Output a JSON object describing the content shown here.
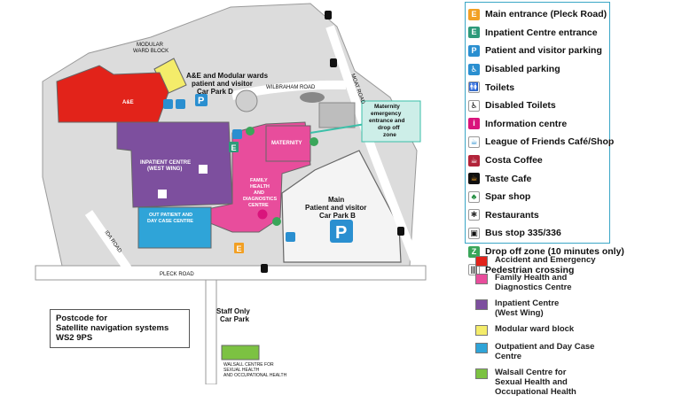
{
  "legend_items": [
    {
      "label": "Main entrance (Pleck Road)",
      "icon": "main-entrance-icon",
      "glyph": "E",
      "bg": "#f2a024",
      "fg": "#ffffff"
    },
    {
      "label": "Inpatient Centre entrance",
      "icon": "inpatient-entrance-icon",
      "glyph": "E",
      "bg": "#2e9a7a",
      "fg": "#ffffff"
    },
    {
      "label": "Patient and visitor parking",
      "icon": "parking-icon",
      "glyph": "P",
      "bg": "#2a8fd0",
      "fg": "#ffffff"
    },
    {
      "label": "Disabled parking",
      "icon": "disabled-parking-icon",
      "glyph": "♿",
      "bg": "#2a8fd0",
      "fg": "#ffffff"
    },
    {
      "label": "Toilets",
      "icon": "toilets-icon",
      "glyph": "🚻",
      "bg": "#ffffff",
      "fg": "#111111"
    },
    {
      "label": "Disabled Toilets",
      "icon": "disabled-toilets-icon",
      "glyph": "♿",
      "bg": "#ffffff",
      "fg": "#111111"
    },
    {
      "label": "Information centre",
      "icon": "information-icon",
      "glyph": "i",
      "bg": "#d9147c",
      "fg": "#ffffff"
    },
    {
      "label": "League of Friends Café/Shop",
      "icon": "league-of-friends-icon",
      "glyph": "☕",
      "bg": "#ffffff",
      "fg": "#2a8fd0"
    },
    {
      "label": "Costa Coffee",
      "icon": "costa-coffee-icon",
      "glyph": "☕",
      "bg": "#b2243a",
      "fg": "#ffffff"
    },
    {
      "label": "Taste Cafe",
      "icon": "taste-cafe-icon",
      "glyph": "☕",
      "bg": "#111111",
      "fg": "#f2a024"
    },
    {
      "label": "Spar shop",
      "icon": "spar-shop-icon",
      "glyph": "♣",
      "bg": "#ffffff",
      "fg": "#1b8a3b"
    },
    {
      "label": "Restaurants",
      "icon": "restaurant-icon",
      "glyph": "✱",
      "bg": "#ffffff",
      "fg": "#333333"
    },
    {
      "label": "Bus stop 335/336",
      "icon": "bus-stop-icon",
      "glyph": "▣",
      "bg": "#ffffff",
      "fg": "#111111"
    },
    {
      "label": "Drop off zone (10 minutes only)",
      "icon": "drop-off-icon",
      "glyph": "Z",
      "bg": "#3aa65a",
      "fg": "#ffffff"
    },
    {
      "label": "Pedestrian crossing",
      "icon": "pedestrian-crossing-icon",
      "glyph": "|||",
      "bg": "#ffffff",
      "fg": "#111111"
    }
  ],
  "zone_legend": [
    {
      "label": "Accident and Emergency",
      "color": "#e2231a"
    },
    {
      "label": "Family Health and\nDiagnostics Centre",
      "color": "#e84d9c"
    },
    {
      "label": "Inpatient Centre\n(West Wing)",
      "color": "#7d4f9e"
    },
    {
      "label": "Modular ward block",
      "color": "#f4ec6a"
    },
    {
      "label": "Outpatient and Day Case\nCentre",
      "color": "#2fa4d8"
    },
    {
      "label": "Walsall Centre for\nSexual Health and\nOccupational Health",
      "color": "#7cc242"
    }
  ],
  "postcode_note": "Postcode for\nSatellite navigation systems\nWS2 9PS",
  "map_labels": {
    "modular_block": [
      "MODULAR",
      "WARD BLOCK"
    ],
    "car_park_d": [
      "A&E and Modular wards",
      "patient and visitor",
      "Car Park D"
    ],
    "ae": "A&E",
    "wilbraham_road": "WILBRAHAM ROAD",
    "moat_road": "MOAT ROAD",
    "maternity_callout": [
      "Maternity",
      "emergency",
      "entrance and",
      "drop off",
      "zone"
    ],
    "maternity": "MATERNITY",
    "inpatient_west": [
      "INPATIENT CENTRE",
      "(WEST WING)"
    ],
    "family_health": [
      "FAMILY",
      "HEALTH",
      "AND",
      "DIAGNOSTICS",
      "CENTRE"
    ],
    "outpatient": [
      "OUT PATIENT AND",
      "DAY CASE CENTRE"
    ],
    "car_park_b": [
      "Main",
      "Patient and visitor",
      "Car Park B"
    ],
    "ida_road": "IDA ROAD",
    "pleck_road": "PLECK ROAD",
    "staff_car_park": [
      "Staff Only",
      "Car Park"
    ],
    "walsall_centre": [
      "WALSALL CENTRE FOR",
      "SEXUAL HEALTH",
      "AND OCCUPATIONAL HEALTH"
    ]
  },
  "colors": {
    "ae": "#e2231a",
    "family": "#e84d9c",
    "inpatient": "#7d4f9e",
    "modular": "#f4ec6a",
    "outpatient": "#2fa4d8",
    "walsall": "#7cc242",
    "site": "#d9d9d9",
    "road": "#ffffff",
    "outline": "#9a9a9a"
  }
}
